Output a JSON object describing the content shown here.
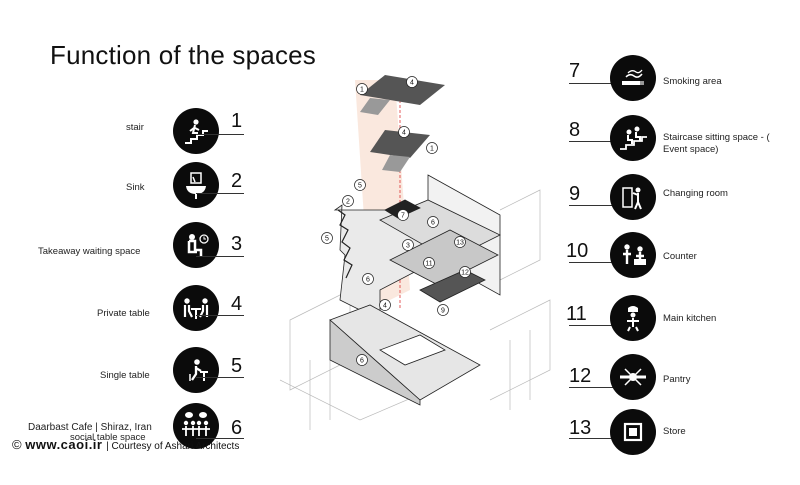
{
  "title": "Function of the spaces",
  "left_legend": [
    {
      "num": "1",
      "label": "stair",
      "icon": "stair-climber-icon"
    },
    {
      "num": "2",
      "label": "Sink",
      "icon": "sink-icon"
    },
    {
      "num": "3",
      "label": "Takeaway waiting space",
      "icon": "waiting-person-clock-icon"
    },
    {
      "num": "4",
      "label": "Private table",
      "icon": "two-people-table-icon"
    },
    {
      "num": "5",
      "label": "Single table",
      "icon": "single-person-table-icon"
    },
    {
      "num": "6",
      "label": "social table space",
      "icon": "group-table-speech-icon"
    }
  ],
  "right_legend": [
    {
      "num": "7",
      "label": "Smoking area",
      "icon": "cigarette-icon"
    },
    {
      "num": "8",
      "label": "Staircase sitting space - ( Event space)",
      "icon": "people-sitting-stairs-icon"
    },
    {
      "num": "9",
      "label": "Changing room",
      "icon": "changing-room-icon"
    },
    {
      "num": "10",
      "label": "Counter",
      "icon": "counter-people-icon"
    },
    {
      "num": "11",
      "label": "Main kitchen",
      "icon": "chef-icon"
    },
    {
      "num": "12",
      "label": "Pantry",
      "icon": "pantry-utensils-icon"
    },
    {
      "num": "13",
      "label": "Store",
      "icon": "store-box-icon"
    }
  ],
  "diagram_tags": [
    "1",
    "4",
    "4",
    "1",
    "5",
    "2",
    "5",
    "7",
    "6",
    "3",
    "13",
    "11",
    "12",
    "6",
    "4",
    "9",
    "6"
  ],
  "credit": {
    "line1": "Daarbast Cafe | Shiraz, Iran",
    "copyright": "©",
    "site": "www.caoi.ir",
    "line2": "| Courtesy of Ashari Architects"
  }
}
